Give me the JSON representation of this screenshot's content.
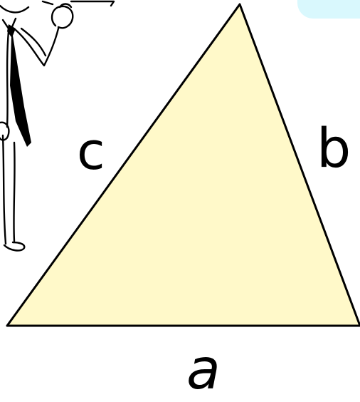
{
  "diagram": {
    "triangle": {
      "fill_color": "#FFF9C9",
      "stroke_color": "#000000"
    },
    "side_labels": {
      "a": "a",
      "b": "b",
      "c": "c"
    },
    "callout_color": "#D9F8FD",
    "decoration": "cartoon-teacher-with-tie"
  }
}
